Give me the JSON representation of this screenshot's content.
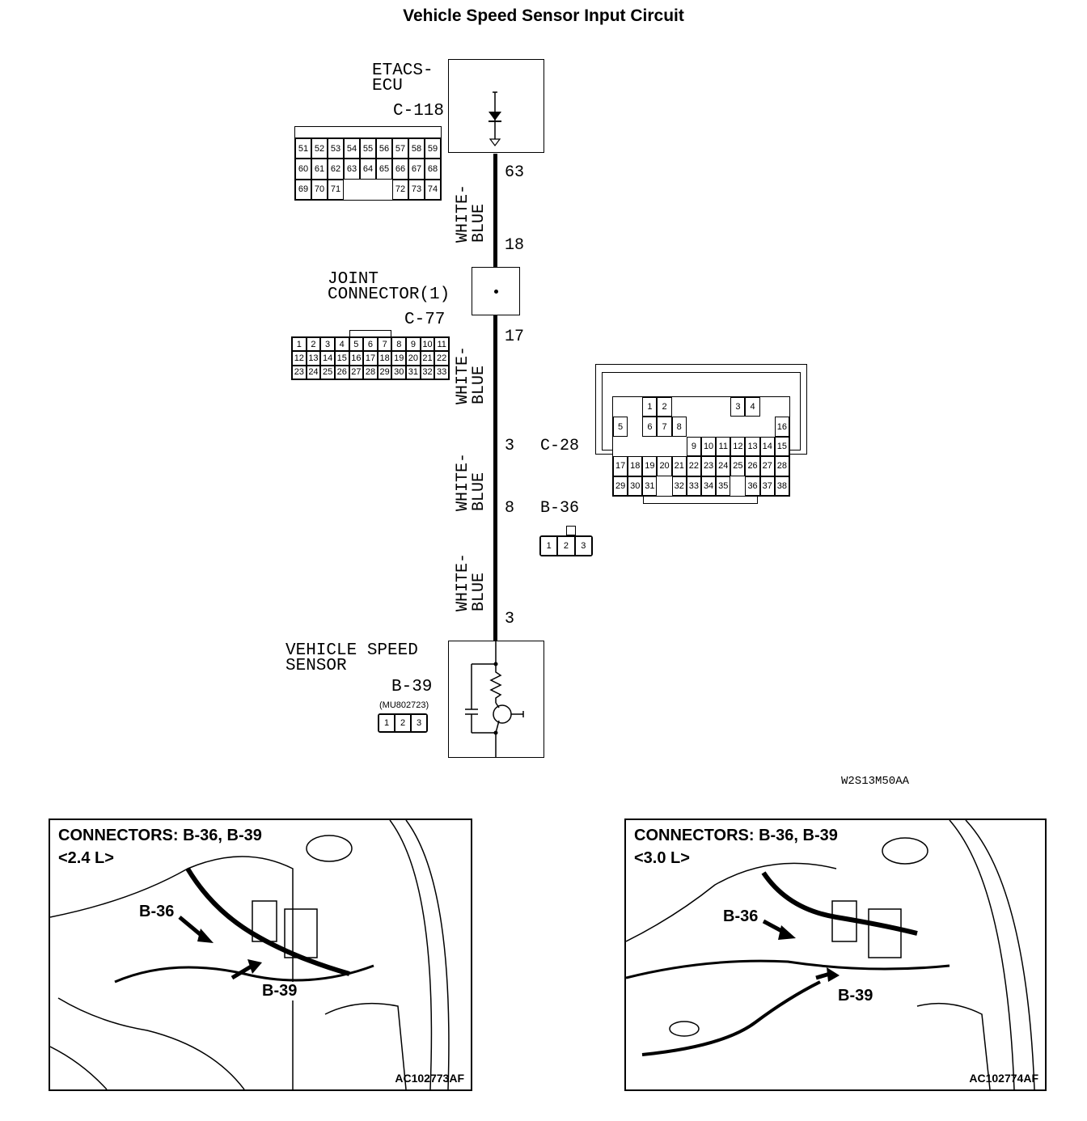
{
  "title": "Vehicle Speed Sensor Input Circuit",
  "components": {
    "etacs": {
      "name_line1": "ETACS-",
      "name_line2": "ECU",
      "connector": "C-118"
    },
    "joint": {
      "name_line1": "JOINT",
      "name_line2": "CONNECTOR(1)",
      "connector": "C-77"
    },
    "c28": {
      "connector": "C-28"
    },
    "b36": {
      "connector": "B-36"
    },
    "sensor": {
      "name_line1": "VEHICLE SPEED",
      "name_line2": "SENSOR",
      "connector": "B-39",
      "part_no": "(MU802723)"
    }
  },
  "wires": [
    {
      "color": "WHITE-BLUE",
      "from_pin": "63",
      "to_pin": "18"
    },
    {
      "color": "WHITE-BLUE",
      "from_pin": "17",
      "to_pin": "3"
    },
    {
      "color": "WHITE-BLUE",
      "from_pin": "3",
      "to_pin": "8"
    },
    {
      "color": "WHITE-BLUE",
      "from_pin": "8",
      "to_pin": "3"
    }
  ],
  "wire_color_line1": "WHITE-",
  "wire_color_line2": "BLUE",
  "c118_pins": [
    "51",
    "52",
    "53",
    "54",
    "55",
    "56",
    "57",
    "58",
    "59",
    "60",
    "61",
    "62",
    "63",
    "64",
    "65",
    "66",
    "67",
    "68",
    "69",
    "70",
    "71",
    "",
    "",
    "",
    "72",
    "73",
    "74"
  ],
  "c77_pins": [
    "1",
    "2",
    "3",
    "4",
    "5",
    "6",
    "7",
    "8",
    "9",
    "10",
    "11",
    "12",
    "13",
    "14",
    "15",
    "16",
    "17",
    "18",
    "19",
    "20",
    "21",
    "22",
    "23",
    "24",
    "25",
    "26",
    "27",
    "28",
    "29",
    "30",
    "31",
    "32",
    "33"
  ],
  "c28_pins": [
    "1",
    "2",
    "3",
    "4",
    "5",
    "6",
    "7",
    "8",
    "9",
    "10",
    "11",
    "12",
    "13",
    "14",
    "15",
    "16",
    "17",
    "18",
    "19",
    "20",
    "21",
    "22",
    "23",
    "24",
    "25",
    "26",
    "27",
    "28",
    "29",
    "30",
    "31",
    "32",
    "33",
    "34",
    "35",
    "36",
    "37",
    "38"
  ],
  "b36_pins": [
    "1",
    "2",
    "3"
  ],
  "b39_pins": [
    "1",
    "2",
    "3"
  ],
  "diagram_code": "W2S13M50AA",
  "panels": [
    {
      "title": "CONNECTORS: B-36, B-39",
      "engine": "<2.4 L>",
      "label_b36": "B-36",
      "label_b39": "B-39",
      "code": "AC102773AF"
    },
    {
      "title": "CONNECTORS: B-36, B-39",
      "engine": "<3.0 L>",
      "label_b36": "B-36",
      "label_b39": "B-39",
      "code": "AC102774AF"
    }
  ]
}
